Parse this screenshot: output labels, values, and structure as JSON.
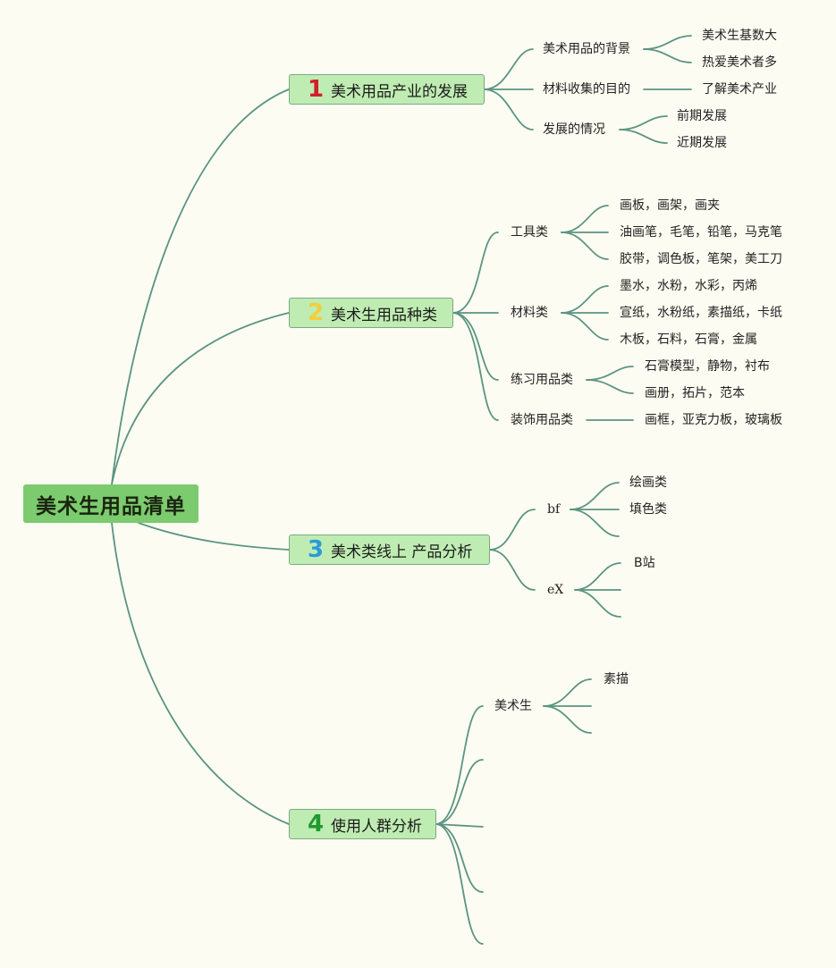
{
  "root": {
    "title": "美术生用品清单"
  },
  "branches": [
    {
      "number": "1",
      "number_color": "#d21f2b",
      "label": "美术用品产业的发展",
      "children": [
        {
          "label": "美术用品的背景",
          "children": [
            "美术生基数大",
            "热爱美术者多"
          ]
        },
        {
          "label": "材料收集的目的",
          "children": [
            "了解美术产业"
          ]
        },
        {
          "label": "发展的情况",
          "children": [
            "前期发展",
            "近期发展"
          ]
        }
      ]
    },
    {
      "number": "2",
      "number_color": "#f2cf3a",
      "label": "美术生用品种类",
      "children": [
        {
          "label": "工具类",
          "children": [
            "画板，画架，画夹",
            "油画笔，毛笔，铅笔，马克笔",
            "胶带，调色板，笔架，美工刀"
          ]
        },
        {
          "label": "材料类",
          "children": [
            "墨水，水粉，水彩，丙烯",
            "宣纸，水粉纸，素描纸，卡纸",
            "木板，石料，石膏，金属"
          ]
        },
        {
          "label": "练习用品类",
          "children": [
            "石膏模型，静物，衬布",
            "画册，拓片，范本"
          ]
        },
        {
          "label": "装饰用品类",
          "children": [
            "画框，亚克力板，玻璃板"
          ]
        }
      ]
    },
    {
      "number": "3",
      "number_color": "#2a9ad8",
      "label": "美术类线上 产品分析",
      "children": [
        {
          "label": "bf",
          "children": [
            "绘画类",
            "填色类",
            ""
          ]
        },
        {
          "label": "eX",
          "children": [
            "B站",
            "",
            ""
          ]
        }
      ]
    },
    {
      "number": "4",
      "number_color": "#1f9a2e",
      "label": "使用人群分析",
      "children": [
        {
          "label": "美术生",
          "children": [
            "素描",
            "",
            ""
          ]
        },
        {
          "label": "",
          "children": []
        },
        {
          "label": "",
          "children": []
        },
        {
          "label": "",
          "children": []
        },
        {
          "label": "",
          "children": []
        }
      ]
    }
  ],
  "colors": {
    "background": "#fdfcf2",
    "link": "#5b9483",
    "root_fill": "#7ccb6e",
    "branch_fill": "#bfecb2"
  }
}
